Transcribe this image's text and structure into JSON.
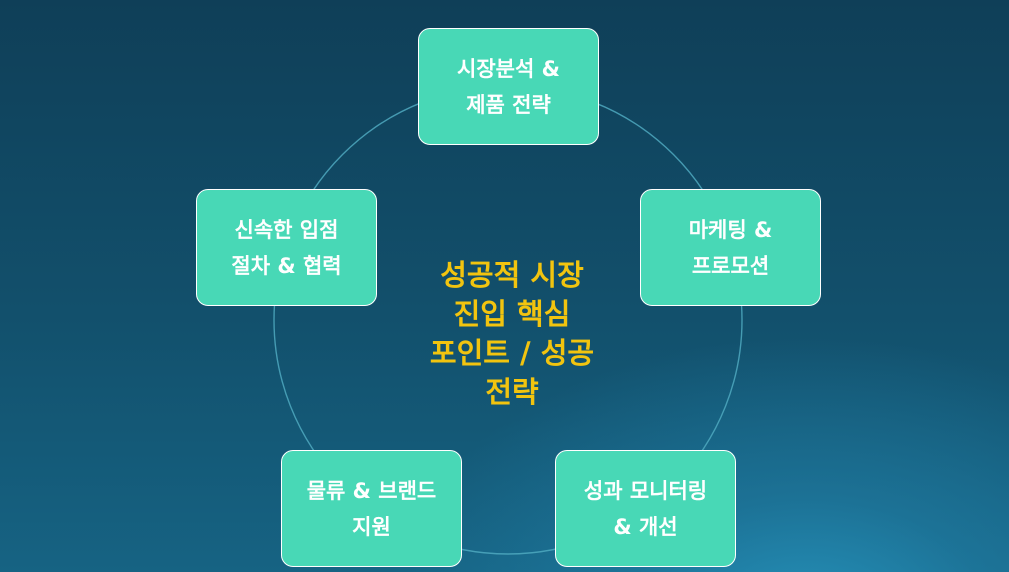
{
  "diagram": {
    "center_lines": [
      "성공적 시장",
      "진입 핵심",
      "포인트 / 성공",
      "전략"
    ],
    "nodes": [
      {
        "lines": [
          "시장분석 &",
          "제품 전략"
        ]
      },
      {
        "lines": [
          "마케팅 &",
          "프로모션"
        ]
      },
      {
        "lines": [
          "성과 모니터링",
          "& 개선"
        ]
      },
      {
        "lines": [
          "물류 & 브랜드",
          "지원"
        ]
      },
      {
        "lines": [
          "신속한 입점",
          "절차 & 협력"
        ]
      }
    ]
  },
  "colors": {
    "node_fill": "#48d8b6",
    "node_border": "#ffffff",
    "node_text": "#ffffff",
    "center_text": "#f2c40f",
    "ring_stroke": "#4fa9bf"
  }
}
